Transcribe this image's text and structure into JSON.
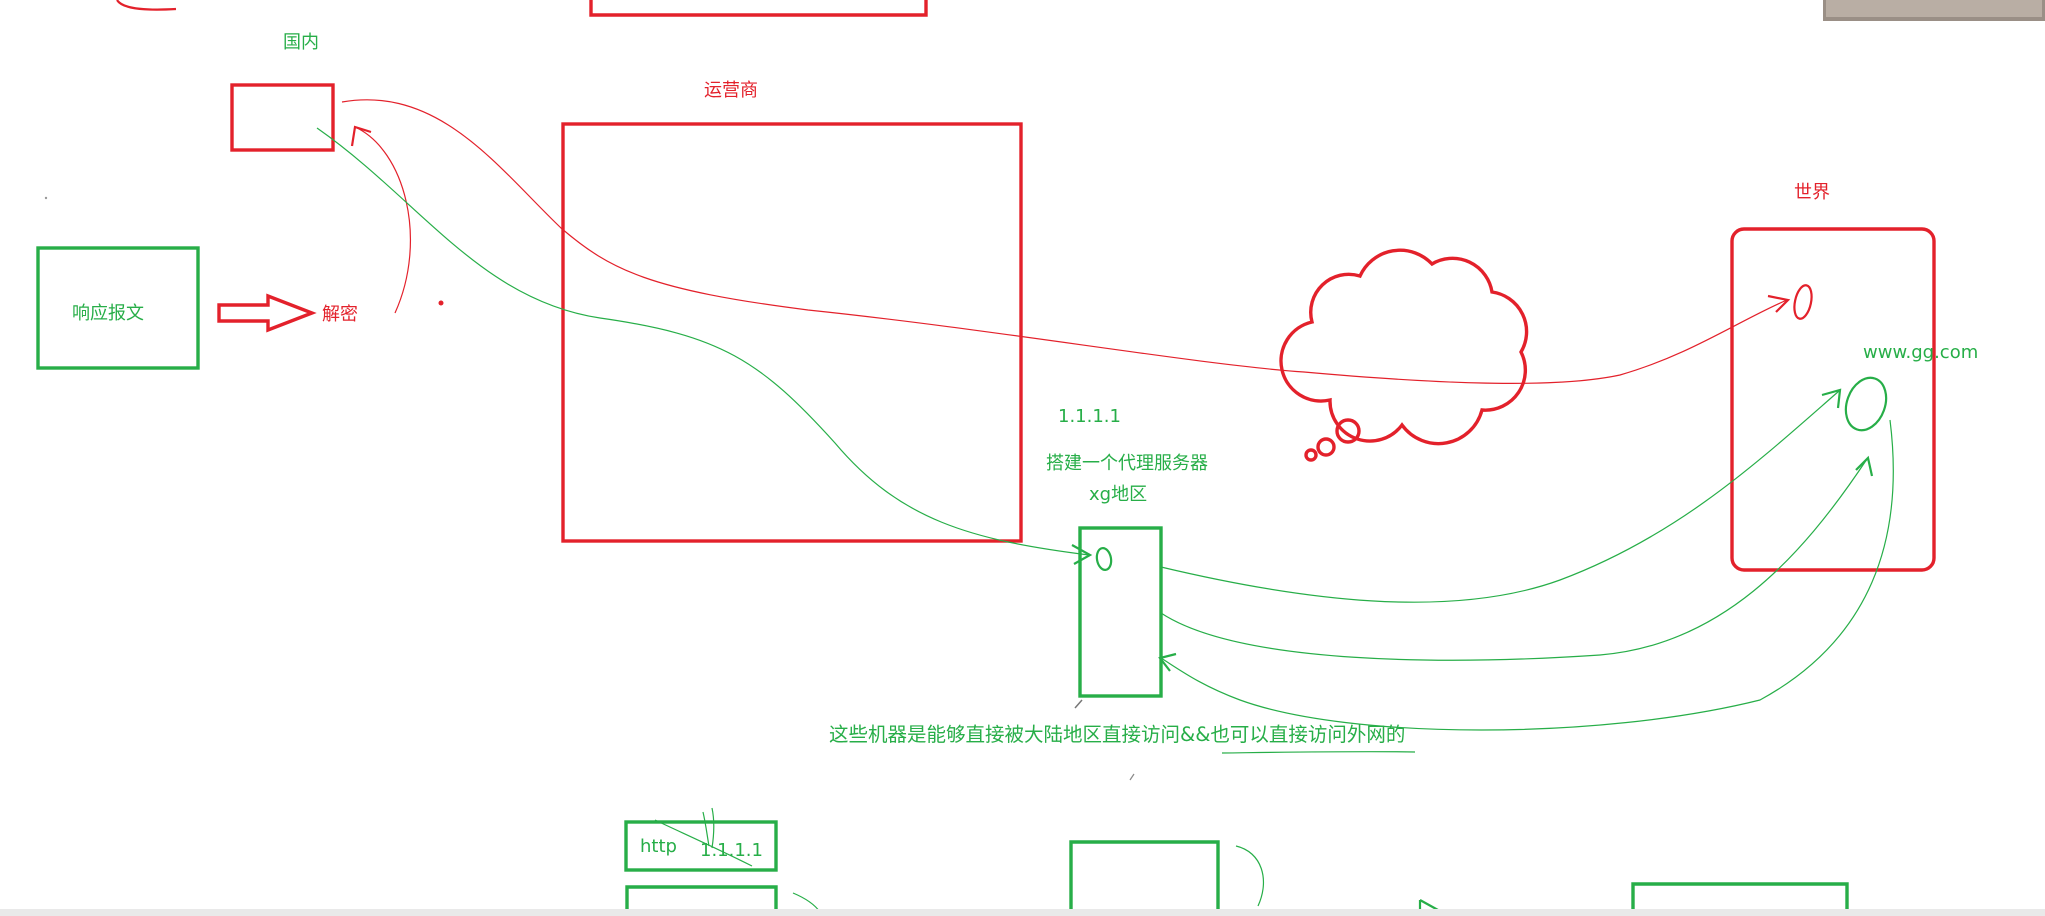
{
  "colors": {
    "red": "#e3212b",
    "green": "#27ae48",
    "background": "#ffffff",
    "bottom_bar": "#e9e9e9",
    "webcam": "#9a8f86"
  },
  "labels": {
    "domestic": "国内",
    "isp": "运营商",
    "world": "世界",
    "response_message": "响应报文",
    "decrypt": "解密",
    "site": "www.gg.com",
    "proxy_ip": "1.1.1.1",
    "proxy_setup": "搭建一个代理服务器",
    "proxy_region": "xg地区",
    "proxy_note": "这些机器是能够直接被大陆地区直接访问&&也可以直接访问外网的"
  },
  "bottom_boxes": {
    "http_label": "http",
    "ip_label": "1.1.1.1"
  },
  "icons": {
    "cloud": "cloud-icon",
    "arrow": "arrow-right-icon"
  }
}
